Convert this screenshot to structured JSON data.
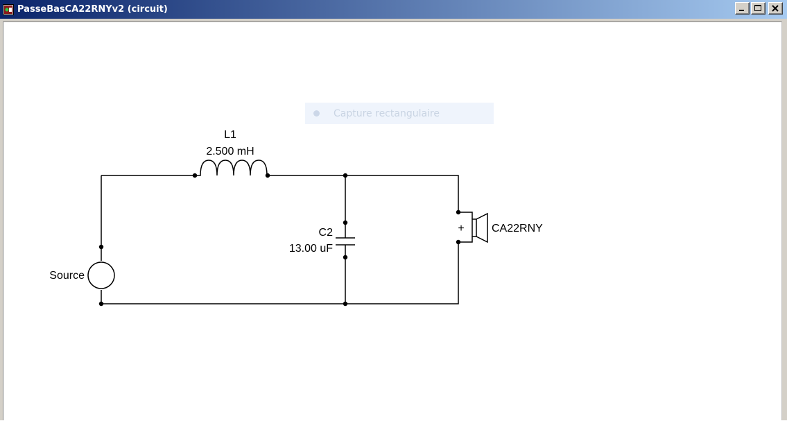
{
  "window": {
    "title": "PasseBasCA22RNYv2 (circuit)",
    "icon": "circuit-app-icon",
    "controls": [
      "minimize",
      "maximize",
      "close"
    ],
    "titlebar_colors": {
      "start": "#0a246a",
      "end": "#a6caf0"
    }
  },
  "overlay": {
    "label": "Capture rectangulaire",
    "icon": "record-dot-icon"
  },
  "circuit": {
    "source": {
      "label": "Source"
    },
    "inductor": {
      "name": "L1",
      "value": "2.500 mH"
    },
    "capacitor": {
      "name": "C2",
      "value": "13.00 uF"
    },
    "speaker": {
      "name": "CA22RNY",
      "polarity": "+"
    }
  }
}
